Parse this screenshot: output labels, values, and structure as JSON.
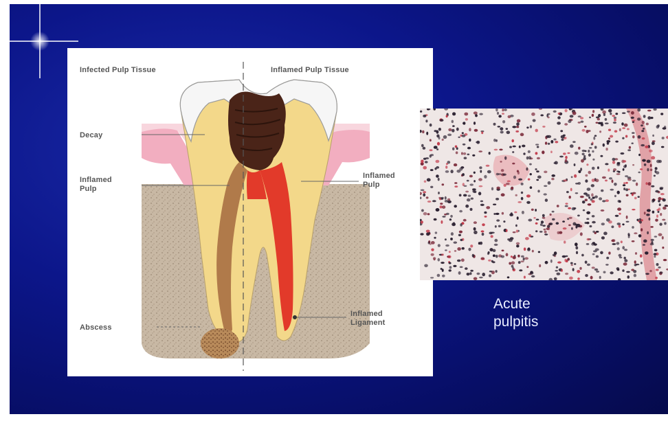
{
  "diagram": {
    "labels": {
      "infected_pulp_tissue": "Infected Pulp Tissue",
      "inflamed_pulp_tissue": "Inflamed Pulp Tissue",
      "decay": "Decay",
      "inflamed_pulp_left_1": "Inflamed",
      "inflamed_pulp_left_2": "Pulp",
      "inflamed_pulp_right_1": "Inflamed",
      "inflamed_pulp_right_2": "Pulp",
      "abscess": "Abscess",
      "inflamed_ligament_1": "Inflamed",
      "inflamed_ligament_2": "Ligament"
    }
  },
  "caption": {
    "line1": "Acute",
    "line2": "pulpitis"
  },
  "colors": {
    "slide_background": "#0c168a",
    "enamel": "#f4f4f4",
    "dentin": "#f2d98a",
    "decay": "#4a2418",
    "pulp": "#e23a2a",
    "gum": "#f0a6b8",
    "bone": "#c9b9a6",
    "abscess": "#a87444",
    "caption_text": "#e8ecff"
  }
}
